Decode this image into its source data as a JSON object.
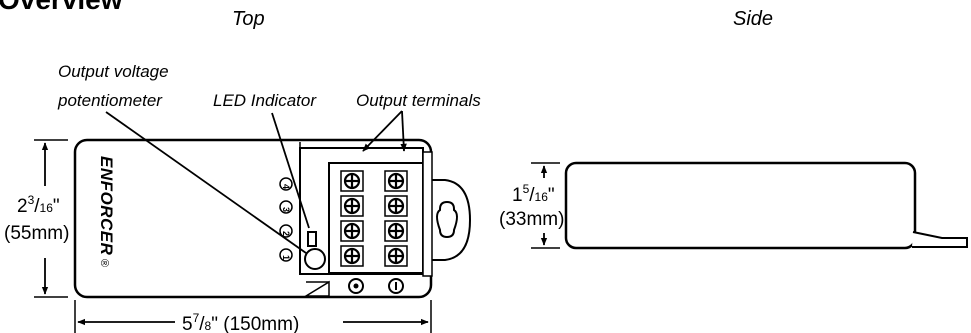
{
  "heading": "Overview",
  "views": {
    "top": "Top",
    "side": "Side"
  },
  "callouts": {
    "potentiometer_line1": "Output voltage",
    "potentiometer_line2": "potentiometer",
    "led": "LED Indicator",
    "terminals": "Output terminals"
  },
  "brand": "ENFORCER",
  "registered_mark": "®",
  "channel_numbers": [
    "1",
    "2",
    "3",
    "4"
  ],
  "dimensions": {
    "height_whole": "2",
    "height_num": "3",
    "height_den": "16",
    "height_quote": "\"",
    "height_mm": "(55mm)",
    "width_whole": "5",
    "width_num": "7",
    "width_den": "8",
    "width_rest": "\" (150mm)",
    "depth_whole": "1",
    "depth_num": "5",
    "depth_den": "16",
    "depth_quote": "\"",
    "depth_mm": "(33mm)"
  }
}
